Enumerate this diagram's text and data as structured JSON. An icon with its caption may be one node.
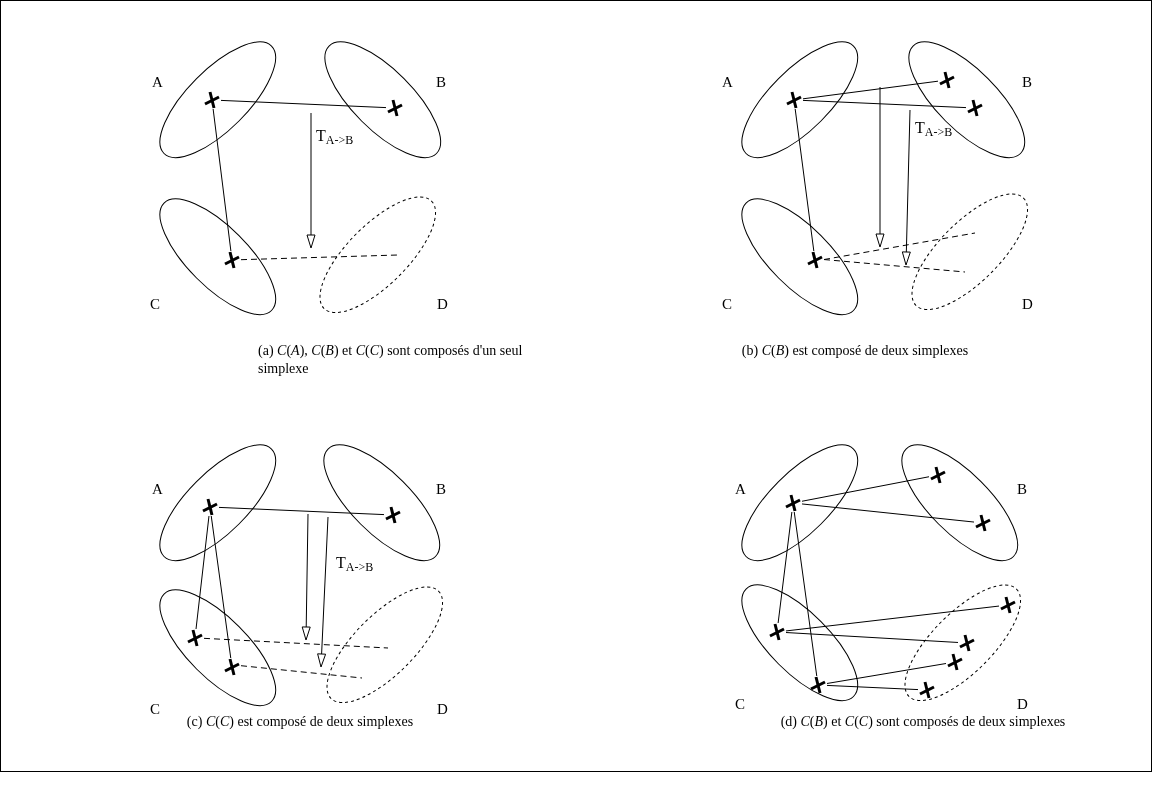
{
  "diagram": {
    "nodes": [
      {
        "text": [],
        "shape": "ellipse",
        "beside": [
          "A"
        ]
      },
      {
        "text": [],
        "shape": "cross",
        "in": 0
      },
      {
        "text": [],
        "shape": "ellipse",
        "beside": [
          "B"
        ]
      },
      {
        "text": [],
        "shape": "cross",
        "in": 2
      },
      {
        "text": [],
        "shape": "ellipse",
        "beside": [
          "C"
        ]
      },
      {
        "text": [],
        "shape": "cross",
        "in": 4
      },
      {
        "text": [],
        "shape": "ellipse",
        "beside": [
          "D"
        ]
      },
      {
        "text": [],
        "shape": "ellipse",
        "beside": [
          "A"
        ]
      },
      {
        "text": [],
        "shape": "cross",
        "in": 7
      },
      {
        "text": [],
        "shape": "ellipse",
        "beside": [
          "B"
        ]
      },
      {
        "text": [],
        "shape": "cross",
        "in": 9
      },
      {
        "text": [],
        "shape": "cross",
        "in": 9
      },
      {
        "text": [],
        "shape": "ellipse",
        "beside": [
          "C"
        ]
      },
      {
        "text": [],
        "shape": "cross",
        "in": 12
      },
      {
        "text": [],
        "shape": "ellipse",
        "beside": [
          "D"
        ]
      },
      {
        "text": [],
        "shape": "ellipse",
        "beside": [
          "A"
        ]
      },
      {
        "text": [],
        "shape": "cross",
        "in": 15
      },
      {
        "text": [],
        "shape": "ellipse",
        "beside": [
          "B"
        ]
      },
      {
        "text": [],
        "shape": "cross",
        "in": 17
      },
      {
        "text": [],
        "shape": "ellipse",
        "beside": [
          "C"
        ]
      },
      {
        "text": [],
        "shape": "cross",
        "in": 19
      },
      {
        "text": [],
        "shape": "cross",
        "in": 19
      },
      {
        "text": [],
        "shape": "ellipse",
        "beside": [
          "D"
        ]
      },
      {
        "text": [],
        "shape": "ellipse",
        "beside": [
          "A"
        ]
      },
      {
        "text": [],
        "shape": "cross",
        "in": 23
      },
      {
        "text": [],
        "shape": "ellipse",
        "beside": [
          "B"
        ]
      },
      {
        "text": [],
        "shape": "cross",
        "in": 25
      },
      {
        "text": [],
        "shape": "cross",
        "in": 25
      },
      {
        "text": [],
        "shape": "ellipse",
        "beside": [
          "C"
        ]
      },
      {
        "text": [],
        "shape": "cross",
        "in": 28
      },
      {
        "text": [],
        "shape": "cross",
        "in": 28
      },
      {
        "text": [],
        "shape": "ellipse",
        "beside": [
          "D"
        ]
      },
      {
        "text": [],
        "shape": "cross",
        "in": 31
      },
      {
        "text": [],
        "shape": "cross",
        "in": 31
      },
      {
        "text": [],
        "shape": "cross",
        "in": 31
      },
      {
        "text": [],
        "shape": "cross",
        "in": 31
      }
    ],
    "edges": [
      {
        "from": 1,
        "to": 3,
        "arrow": "none"
      },
      {
        "from": 1,
        "to": 5,
        "arrow": "none"
      },
      {
        "from": 5,
        "to": 6,
        "arrow": "none",
        "style": "dashed"
      },
      {
        "from": 8,
        "to": 10,
        "arrow": "none"
      },
      {
        "from": 8,
        "to": 11,
        "arrow": "none"
      },
      {
        "from": 8,
        "to": 13,
        "arrow": "none"
      },
      {
        "from": 13,
        "to": 14,
        "arrow": "none",
        "style": "dashed"
      },
      {
        "from": 13,
        "to": 14,
        "arrow": "none",
        "style": "dashed"
      },
      {
        "from": 16,
        "to": 18,
        "arrow": "none"
      },
      {
        "from": 16,
        "to": 20,
        "arrow": "none"
      },
      {
        "from": 16,
        "to": 21,
        "arrow": "none"
      },
      {
        "from": 20,
        "to": 22,
        "arrow": "none",
        "style": "dashed"
      },
      {
        "from": 21,
        "to": 22,
        "arrow": "none",
        "style": "dashed"
      },
      {
        "from": 24,
        "to": 26,
        "arrow": "none"
      },
      {
        "from": 24,
        "to": 27,
        "arrow": "none"
      },
      {
        "from": 24,
        "to": 29,
        "arrow": "none"
      },
      {
        "from": 24,
        "to": 30,
        "arrow": "none"
      },
      {
        "from": 29,
        "to": 32,
        "arrow": "none"
      },
      {
        "from": 29,
        "to": 33,
        "arrow": "none"
      },
      {
        "from": 30,
        "to": 34,
        "arrow": "none"
      },
      {
        "from": 30,
        "to": 35,
        "arrow": "none"
      }
    ],
    "labels": [
      "T$_{A->B}$",
      "T$_{A->B}$",
      "(a) *C*(*A*), *C*(*B*) et *C*(*C*) sont composés d'un seul simplexe",
      "(b) *C*(*B*) est composé de deux simplexes",
      "T$_{A->B}$",
      "(c) *C*(*C*) est composé de deux simplexes",
      "(d) *C*(*B*) et *C*(*C*) sont composés de deux simplexes"
    ]
  }
}
